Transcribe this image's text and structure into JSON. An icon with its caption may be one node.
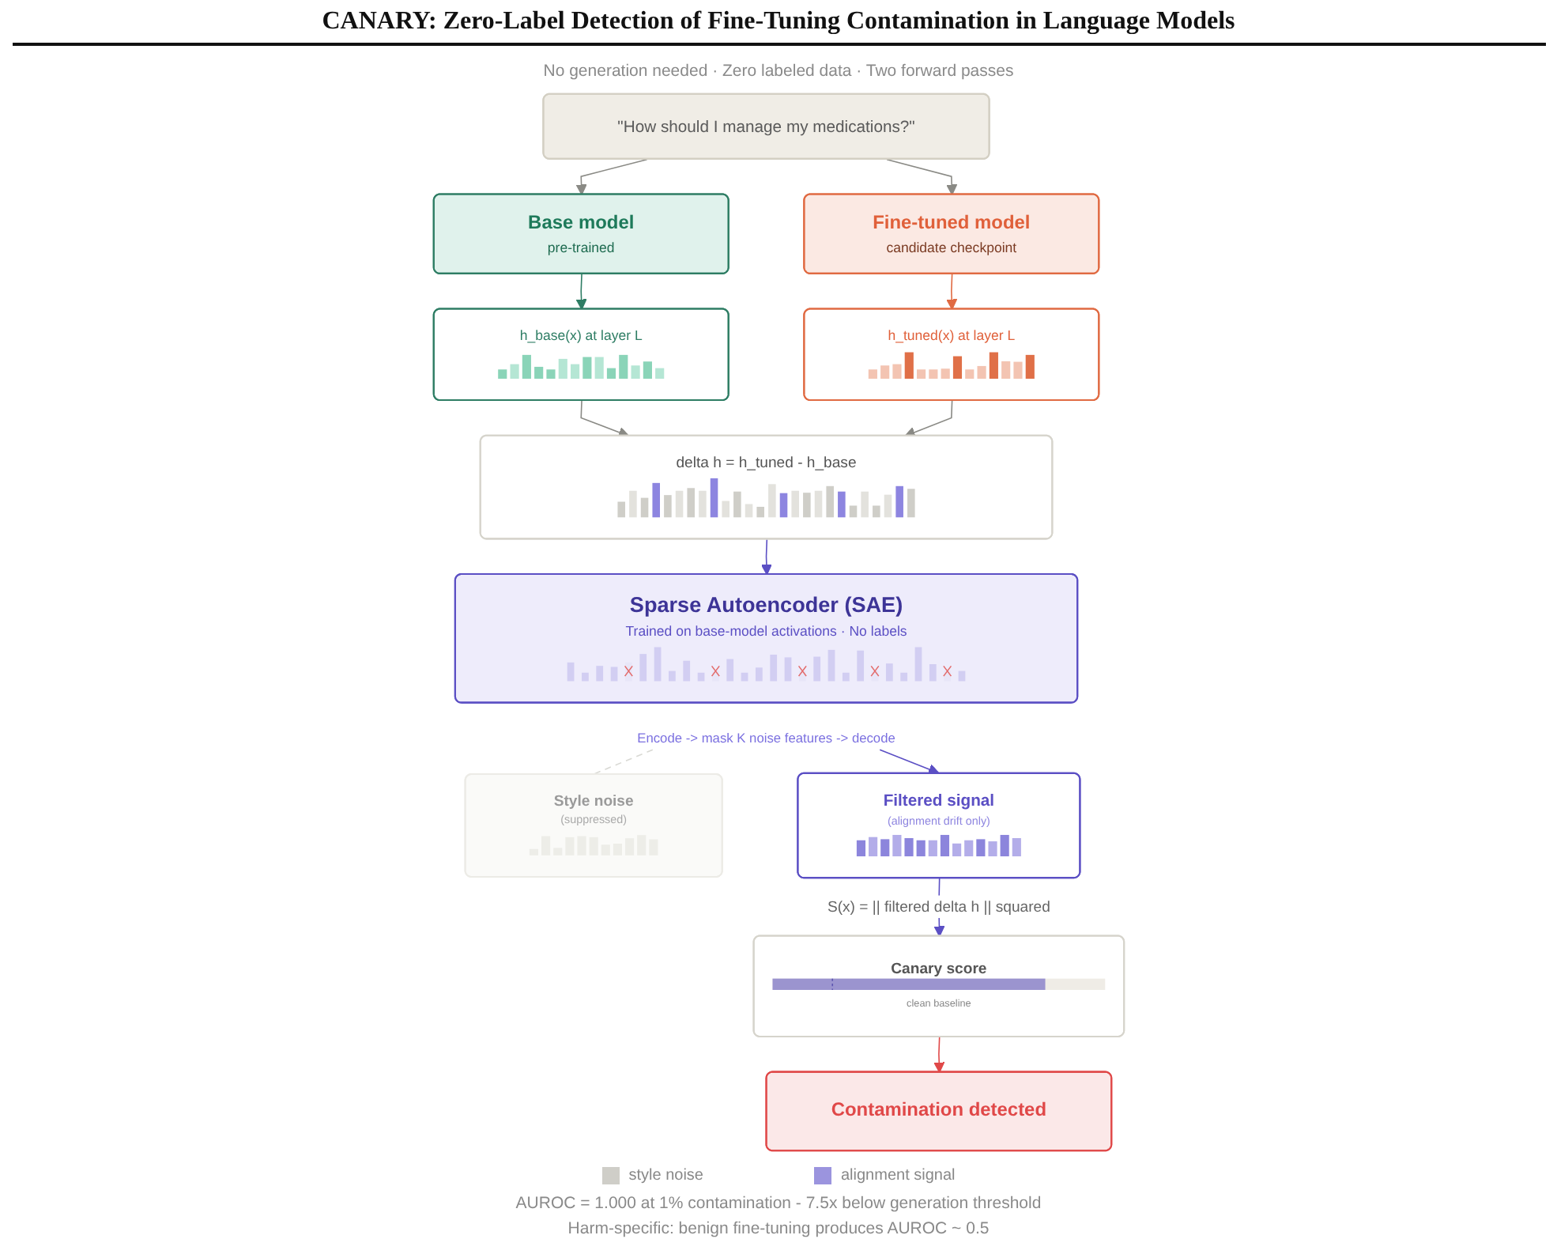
{
  "diagram": {
    "title": "CANARY: Zero-Label Detection of Fine-Tuning Contamination in Language Models",
    "nodes": [
      {
        "text": [
          "\"How should I manage my medications?\""
        ]
      },
      {
        "text": [
          "Base model",
          "pre-trained"
        ]
      },
      {
        "text": [
          "Fine-tuned model",
          "candidate checkpoint"
        ]
      },
      {
        "text": [
          "h_base(x) at layer L"
        ]
      },
      {
        "text": [
          "h_tuned(x) at layer L"
        ]
      },
      {
        "text": [
          "delta h = h_tuned - h_base"
        ]
      },
      {
        "text": [
          "Sparse Autoencoder (SAE)",
          "Trained on base-model activations · No labels"
        ]
      },
      {
        "text": [
          "Encode -> mask K noise features -> decode"
        ]
      },
      {
        "text": [
          "Style noise",
          "(suppressed)"
        ]
      },
      {
        "text": [
          "Filtered signal",
          "(alignment drift only)"
        ]
      },
      {
        "text": [
          "Canary score",
          "clean baseline"
        ]
      },
      {
        "text": [
          "Contamination detected"
        ]
      }
    ],
    "edges": [
      {
        "from": 0,
        "to": 1,
        "arrow": "to"
      },
      {
        "from": 0,
        "to": 2,
        "arrow": "to"
      },
      {
        "from": 1,
        "to": 3,
        "arrow": "to",
        "color": "#2e7d64"
      },
      {
        "from": 2,
        "to": 4,
        "arrow": "to",
        "color": "#e06a42"
      },
      {
        "from": 3,
        "to": 5,
        "arrow": "to"
      },
      {
        "from": 4,
        "to": 5,
        "arrow": "to"
      },
      {
        "from": 5,
        "to": 6,
        "arrow": "to",
        "color": "#5b4fc4"
      },
      {
        "from": 7,
        "to": 8,
        "arrow": "none",
        "style": "dashed",
        "color": "#d9d9d4"
      },
      {
        "from": 7,
        "to": 9,
        "arrow": "to",
        "color": "#5b4fc4"
      },
      {
        "from": 9,
        "to": 10,
        "arrow": "to",
        "label": "S(x) = || filtered delta h || squared",
        "color": "#5b4fc4"
      },
      {
        "from": 10,
        "to": 11,
        "arrow": "to",
        "color": "#e04848"
      }
    ],
    "labels": [
      "No generation needed · Zero labeled data · Two forward passes",
      "AUROC = 1.000 at 1% contamination - 7.5x below generation threshold",
      "Harm-specific: benign fine-tuning produces AUROC ~ 0.5"
    ],
    "legend": [
      {
        "text": "style noise",
        "color": "#cfcec8"
      },
      {
        "text": "alignment signal",
        "color": "#9b94de"
      }
    ]
  }
}
